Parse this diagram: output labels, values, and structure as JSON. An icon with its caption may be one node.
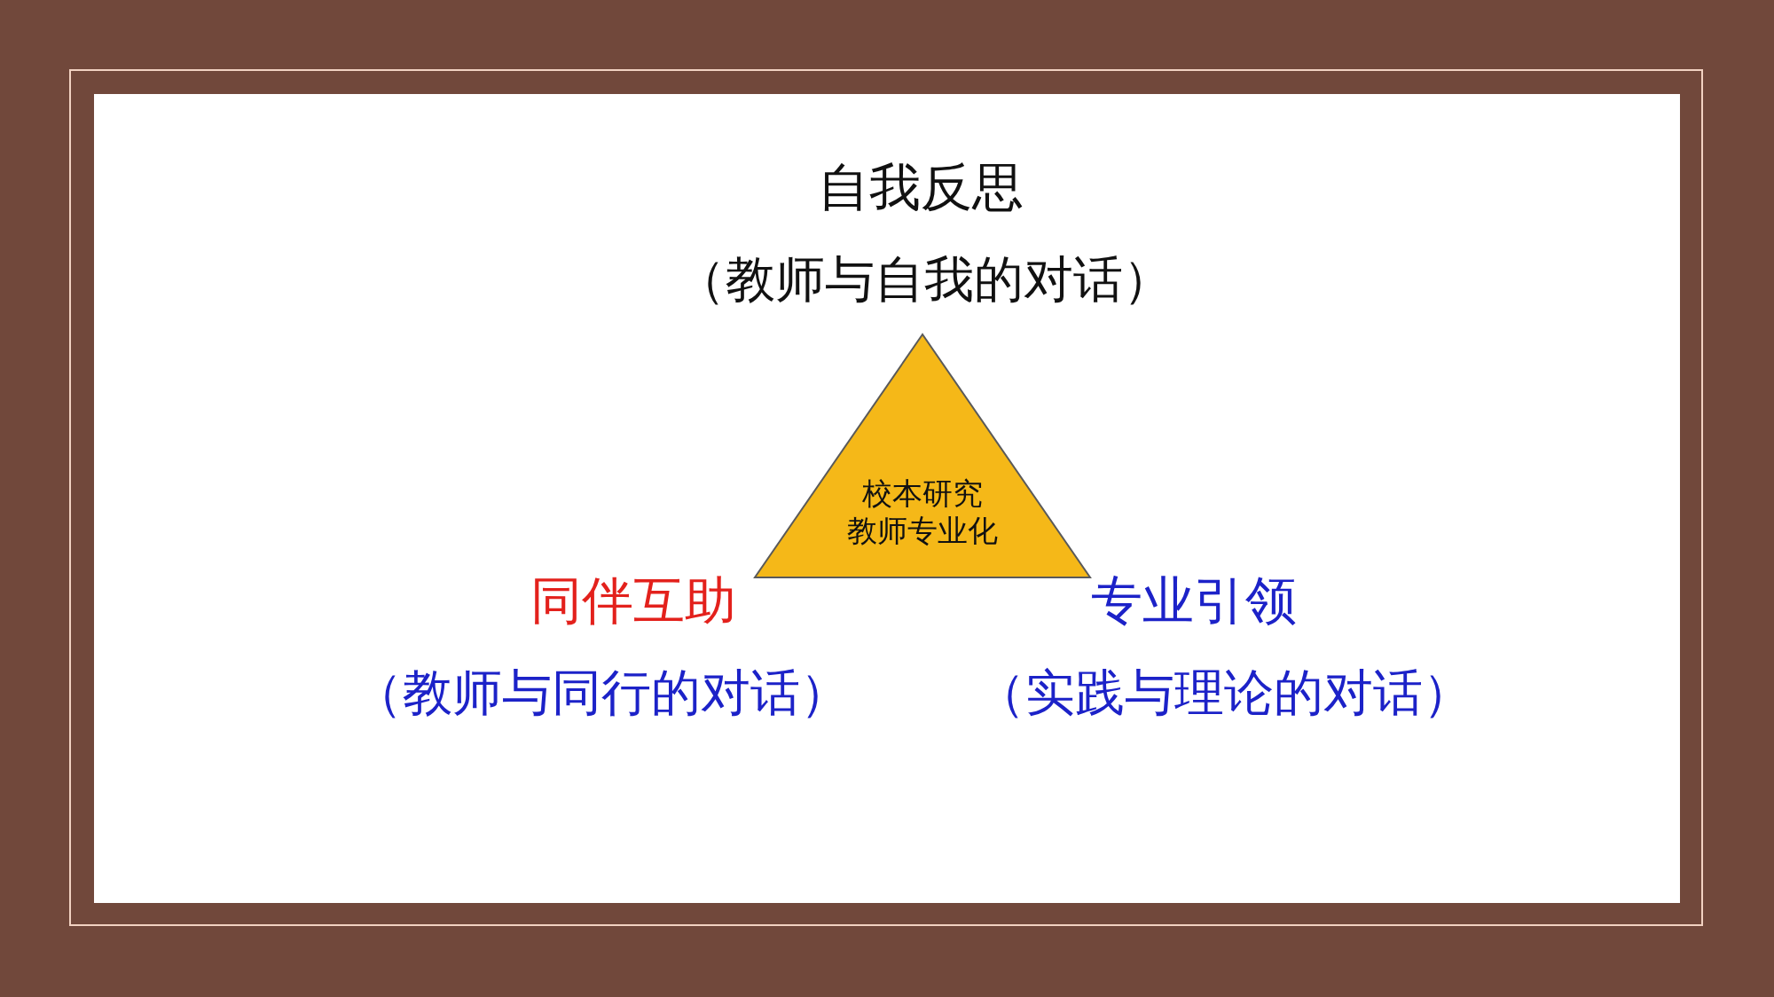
{
  "diagram": {
    "nodes": [
      {
        "text": [
          "校本研究",
          "教师专业化"
        ]
      }
    ],
    "labels": [
      "自我反思",
      "（教师与自我的对话）",
      "同伴互助",
      "（教师与同行的对话）",
      "专业引领",
      "（实践与理论的对话）"
    ]
  }
}
